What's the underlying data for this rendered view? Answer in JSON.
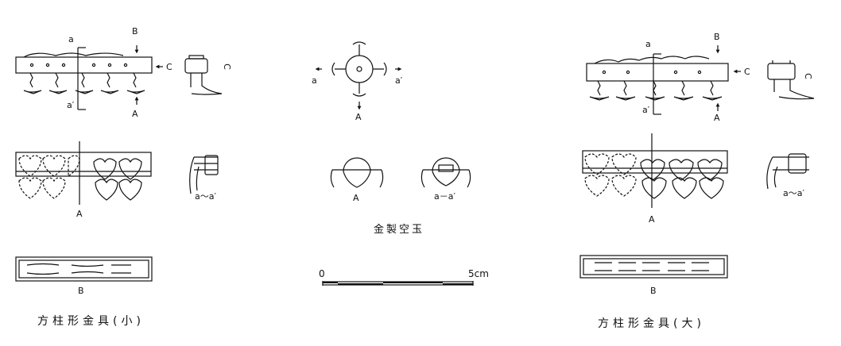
{
  "captions": {
    "small": "方柱形金具(小)",
    "large": "方柱形金具(大)",
    "bead": "金製空玉"
  },
  "small": {
    "top_labels": {
      "a": "a",
      "a_prime": "a′",
      "B": "B",
      "C": "C",
      "C_side": "C",
      "A": "A"
    },
    "front_label": "A",
    "section_label": "a～a′",
    "bottom_label": "B"
  },
  "bead": {
    "top_labels": {
      "a": "a",
      "a_prime": "a′",
      "A": "A"
    },
    "front_label": "A",
    "section_label": "a－a′"
  },
  "large": {
    "top_labels": {
      "a": "a",
      "a_prime": "a′",
      "B": "B",
      "C": "C",
      "C_side": "C",
      "A": "A"
    },
    "front_label": "A",
    "section_label": "a～a′",
    "bottom_label": "B"
  },
  "scale": {
    "zero": "0",
    "end": "5cm"
  }
}
